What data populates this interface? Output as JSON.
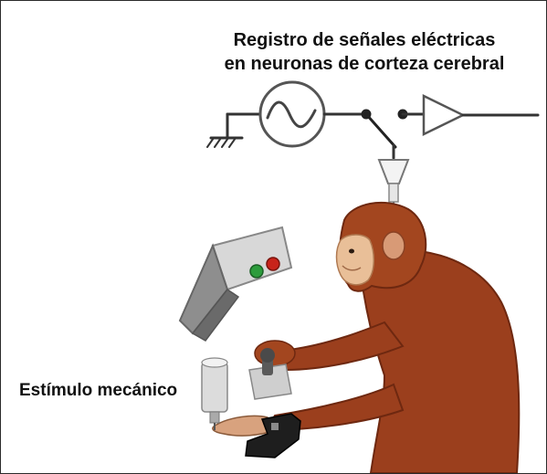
{
  "diagram": {
    "title_line1": "Registro de señales eléctricas",
    "title_line2": "en neuronas de corteza cerebral",
    "stimulus_label": "Estímulo mecánico"
  }
}
